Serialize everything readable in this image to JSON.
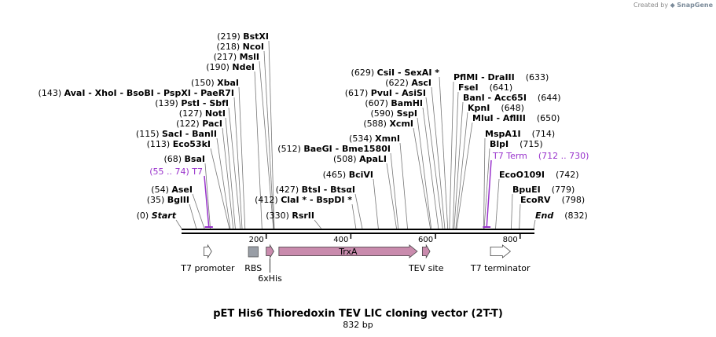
{
  "app": {
    "created_by": "Created by",
    "brand": "SnapGene"
  },
  "map": {
    "title": "pET His6 Thioredoxin TEV LIC cloning vector (2T-T)",
    "length_label": "832 bp",
    "total_bp": 832
  },
  "colors": {
    "primer": "#9933cc",
    "feature_gray": "#999ea6",
    "feature_pink": "#c98bad",
    "line": "#000000"
  },
  "ruler": {
    "ticks": [
      200,
      400,
      600,
      800
    ]
  },
  "sites": [
    {
      "pos": "(0)",
      "name": "Start",
      "bp": 0,
      "italic": true
    },
    {
      "pos": "(35)",
      "name": "BglII",
      "bp": 35
    },
    {
      "pos": "(54)",
      "name": "AseI",
      "bp": 54
    },
    {
      "pos": "(68)",
      "name": "BsaI",
      "bp": 68
    },
    {
      "pos": "(113)",
      "name": "Eco53kI",
      "bp": 113
    },
    {
      "pos": "(115)",
      "name": "SacI  - BanII",
      "bp": 115
    },
    {
      "pos": "(122)",
      "name": "PacI",
      "bp": 122
    },
    {
      "pos": "(127)",
      "name": "NotI",
      "bp": 127
    },
    {
      "pos": "(139)",
      "name": "PstI  - SbfI",
      "bp": 139
    },
    {
      "pos": "(143)",
      "name": "AvaI  - XhoI  - BsoBI  - PspXI  - PaeR7I",
      "bp": 143
    },
    {
      "pos": "(150)",
      "name": "XbaI",
      "bp": 150
    },
    {
      "pos": "(190)",
      "name": "NdeI",
      "bp": 190
    },
    {
      "pos": "(217)",
      "name": "MslI",
      "bp": 217
    },
    {
      "pos": "(218)",
      "name": "NcoI",
      "bp": 218
    },
    {
      "pos": "(219)",
      "name": "BstXI",
      "bp": 219
    },
    {
      "pos": "(330)",
      "name": "RsrII",
      "bp": 330
    },
    {
      "pos": "(412)",
      "name": "ClaI * - BspDI *",
      "bp": 412
    },
    {
      "pos": "(427)",
      "name": "BtsI  - BtsαI",
      "bp": 427
    },
    {
      "pos": "(465)",
      "name": "BciVI",
      "bp": 465
    },
    {
      "pos": "(508)",
      "name": "ApaLI",
      "bp": 508
    },
    {
      "pos": "(512)",
      "name": "BaeGI  - Bme1580I",
      "bp": 512
    },
    {
      "pos": "(534)",
      "name": "XmnI",
      "bp": 534
    },
    {
      "pos": "(588)",
      "name": "XcmI",
      "bp": 588
    },
    {
      "pos": "(590)",
      "name": "SspI",
      "bp": 590
    },
    {
      "pos": "(607)",
      "name": "BamHI",
      "bp": 607
    },
    {
      "pos": "(617)",
      "name": "PvuI  - AsiSI",
      "bp": 617
    },
    {
      "pos": "(622)",
      "name": "AscI",
      "bp": 622
    },
    {
      "pos": "(629)",
      "name": "CsiI  - SexAI *",
      "bp": 629
    },
    {
      "pos": "(633)",
      "name": "PflMI  - DraIII",
      "bp": 633,
      "pos_after": true
    },
    {
      "pos": "(641)",
      "name": "FseI",
      "bp": 641,
      "pos_after": true
    },
    {
      "pos": "(644)",
      "name": "BanI  - Acc65I",
      "bp": 644,
      "pos_after": true
    },
    {
      "pos": "(648)",
      "name": "KpnI",
      "bp": 648,
      "pos_after": true
    },
    {
      "pos": "(650)",
      "name": "MluI  - AflIII",
      "bp": 650,
      "pos_after": true
    },
    {
      "pos": "(714)",
      "name": "MspA1I",
      "bp": 714,
      "pos_after": true
    },
    {
      "pos": "(715)",
      "name": "BlpI",
      "bp": 715,
      "pos_after": true
    },
    {
      "pos": "(742)",
      "name": "EcoO109I",
      "bp": 742,
      "pos_after": true
    },
    {
      "pos": "(779)",
      "name": "BpuEI",
      "bp": 779,
      "pos_after": true
    },
    {
      "pos": "(798)",
      "name": "EcoRV",
      "bp": 798,
      "pos_after": true
    },
    {
      "pos": "(832)",
      "name": "End",
      "bp": 832,
      "pos_after": true,
      "italic": true
    }
  ],
  "primers": [
    {
      "pos": "(55 .. 74)",
      "name": "T7",
      "start": 55,
      "end": 74
    },
    {
      "pos": "(712 .. 730)",
      "name": "T7 Term",
      "start": 712,
      "end": 730,
      "pos_after": true
    }
  ],
  "features": [
    {
      "name": "T7 promoter",
      "start": 53,
      "end": 71,
      "type": "promoter"
    },
    {
      "name": "RBS",
      "start": 158,
      "end": 181,
      "type": "rbs"
    },
    {
      "name": "6xHis",
      "start": 200,
      "end": 218,
      "type": "cds"
    },
    {
      "name": "TrxA",
      "start": 230,
      "end": 557,
      "type": "cds"
    },
    {
      "name": "TEV site",
      "start": 569,
      "end": 587,
      "type": "cds"
    },
    {
      "name": "T7 terminator",
      "start": 730,
      "end": 777,
      "type": "terminator"
    }
  ]
}
